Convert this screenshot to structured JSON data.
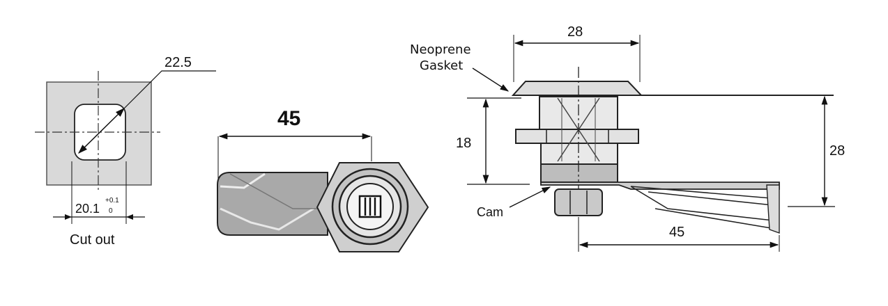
{
  "cutout_view": {
    "diagonal_dimension": "22.5",
    "width_dimension": "20.1",
    "tolerance_plus": "+0.1",
    "tolerance_minus": "0",
    "caption": "Cut out"
  },
  "front_view": {
    "cam_length_dimension": "45"
  },
  "side_view": {
    "head_diameter_dimension": "28",
    "gasket_label_line1": "Neoprene",
    "gasket_label_line2": "Gasket",
    "body_height_dimension": "18",
    "overall_height_dimension": "28",
    "cam_label": "Cam",
    "cam_length_dimension": "45"
  },
  "colors": {
    "line": "#111111",
    "panel_fill": "#d9d9d9",
    "hole_fill": "#ffffff",
    "metal_light": "#e4e4e4",
    "metal_mid": "#bdbdbd",
    "metal_dark": "#8a8a8a"
  }
}
